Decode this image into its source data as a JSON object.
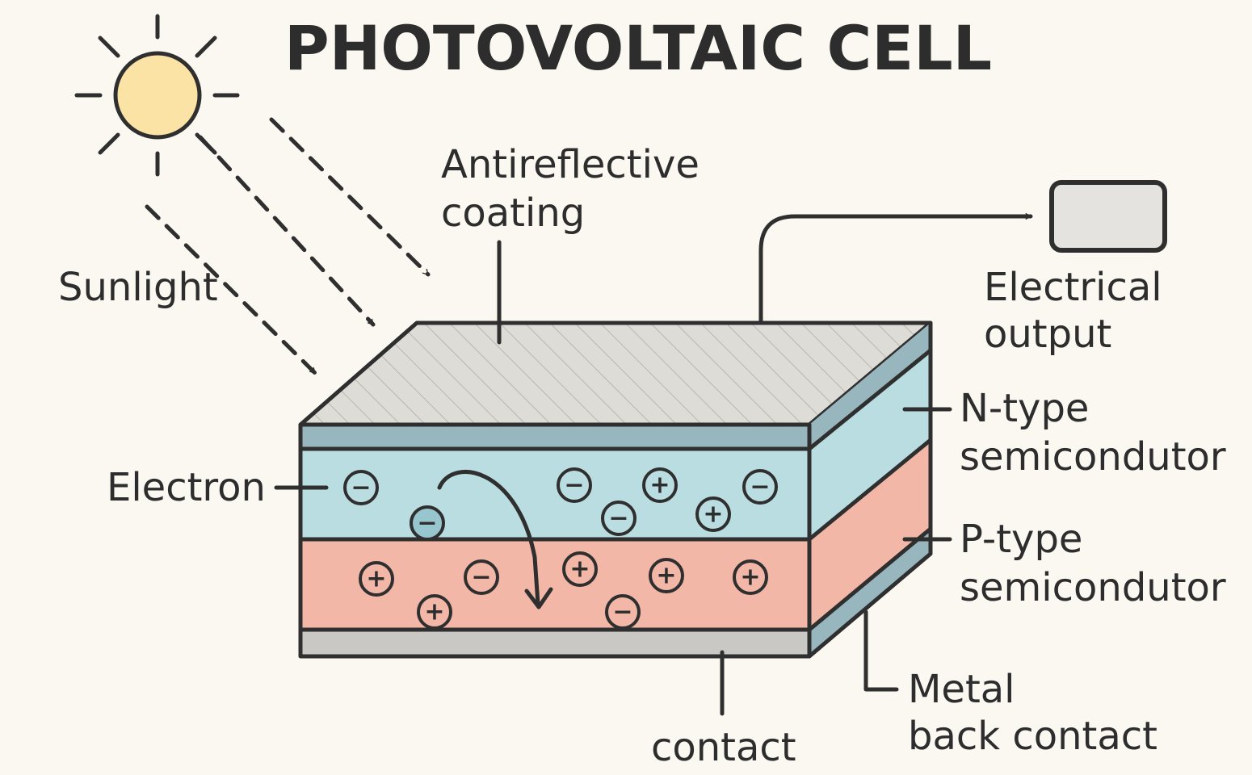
{
  "title": "PHOTOVOLTAIC CELL",
  "labels": {
    "sunlight": "Sunlight",
    "antireflective_line1": "Antireflective",
    "antireflective_line2": "coating",
    "electrical_line1": "Electrical",
    "electrical_line2": "output",
    "ntype_line1": "N-type",
    "ntype_line2": "semicondutor",
    "ptype_line1": "P-type",
    "ptype_line2": "semicondutor",
    "electron": "Electron",
    "contact": "contact",
    "metal_line1": "Metal",
    "metal_line2": "back contact"
  },
  "signs": {
    "minus": "−",
    "plus": "+"
  },
  "colors": {
    "sun": "#fbe3a6",
    "antireflective_top": "#dedcd6",
    "antireflective_band": "#98b6bd",
    "n_type": "#b9dde1",
    "p_type": "#f2b7a6",
    "metal_contact": "#c9c8c4",
    "output_box": "#e4e3df",
    "outline": "#2f2f2f",
    "background": "#fbf8f2"
  }
}
